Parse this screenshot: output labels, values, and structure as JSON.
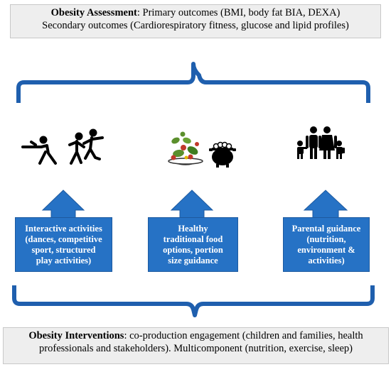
{
  "top_box": {
    "line1_bold": "Obesity Assessment",
    "line1_rest": ": Primary outcomes (BMI, body fat BIA, DEXA)",
    "line2": "Secondary outcomes (Cardiorespiratory fitness, glucose and lipid profiles)"
  },
  "interventions": [
    {
      "label": "Interactive activities\n(dances, competitive\nsport, structured\nplay activities)",
      "icon": "playing-children-icon"
    },
    {
      "label": "Healthy\ntraditional food\noptions, portion\nsize guidance",
      "icon": "salad-and-pot-icon"
    },
    {
      "label": "Parental guidance\n(nutrition,\nenvironment &\nactivities)",
      "icon": "family-icon"
    }
  ],
  "bottom_box": {
    "line1_bold": "Obesity Interventions",
    "line1_rest": ": co-production engagement (children and families, health",
    "line2": "professionals and stakeholders). Multicomponent (nutrition, exercise, sleep)"
  },
  "colors": {
    "brace": "#1f5fae",
    "box": "#2672c5",
    "arrow": "#2672c5",
    "panel": "#eeeeee"
  }
}
